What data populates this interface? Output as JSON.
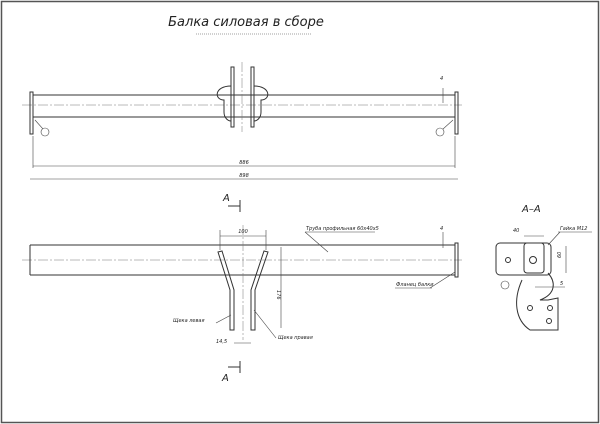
{
  "title": "Балка силовая в сборе",
  "top_view": {
    "dim_thickness": "4",
    "dim_inner_length": "886",
    "dim_total_length": "898"
  },
  "front_view": {
    "section_mark_top": "A",
    "section_mark_bottom": "A",
    "dim_cheek_spacing": "100",
    "dim_cheek_height": "176",
    "dim_cheek_gap": "14,5",
    "dim_thickness": "4",
    "label_tube": "Труба профильная 60х40х5",
    "label_flange": "Фланец балки",
    "label_left_cheek": "Щека левая",
    "label_right_cheek": "Щека правая"
  },
  "section": {
    "title": "А–А",
    "label_nut": "Гайка М12",
    "dim_width": "40",
    "dim_height": "60",
    "dim_offset": "5"
  }
}
